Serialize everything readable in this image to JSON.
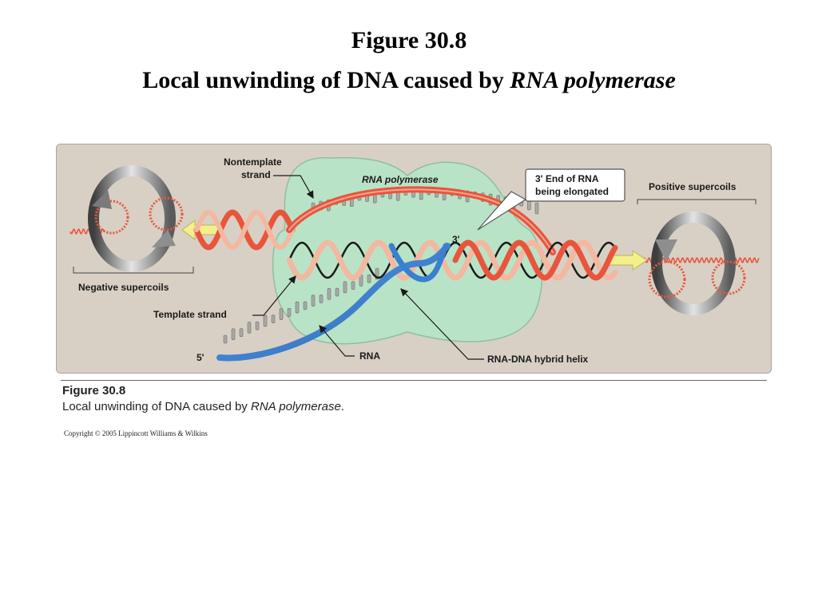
{
  "slide": {
    "title_line1": "Figure 30.8",
    "title_line2_prefix": "Local unwinding of DNA caused by ",
    "title_line2_emphasis": "RNA polymerase"
  },
  "figure": {
    "labels": {
      "nontemplate_line1": "Nontemplate",
      "nontemplate_line2": "strand",
      "rna_polymerase": "RNA polymerase",
      "end_of_rna_line1": "3' End of RNA",
      "end_of_rna_line2": "being elongated",
      "positive_supercoils": "Positive supercoils",
      "negative_supercoils": "Negative supercoils",
      "template_strand": "Template strand",
      "rna": "RNA",
      "rna_dna_hybrid": "RNA-DNA hybrid helix",
      "three_prime": "3'",
      "five_prime": "5'"
    },
    "colors": {
      "panel_background": "#d8d0c4",
      "polymerase": "#b9e3c6",
      "dna_strand": "#e8553c",
      "dna_strand_light": "#f4b7a0",
      "rna_strand": "#3b7fd0",
      "arrow_yellow": "#f3ef8a",
      "supercoil_arrow": "#8e8e8e"
    }
  },
  "caption": {
    "title": "Figure 30.8",
    "text_prefix": "Local unwinding of DNA caused by ",
    "text_emphasis": "RNA polymerase",
    "text_suffix": ".",
    "copyright": "Copyright © 2005 Lippincott Williams & Wilkins"
  }
}
